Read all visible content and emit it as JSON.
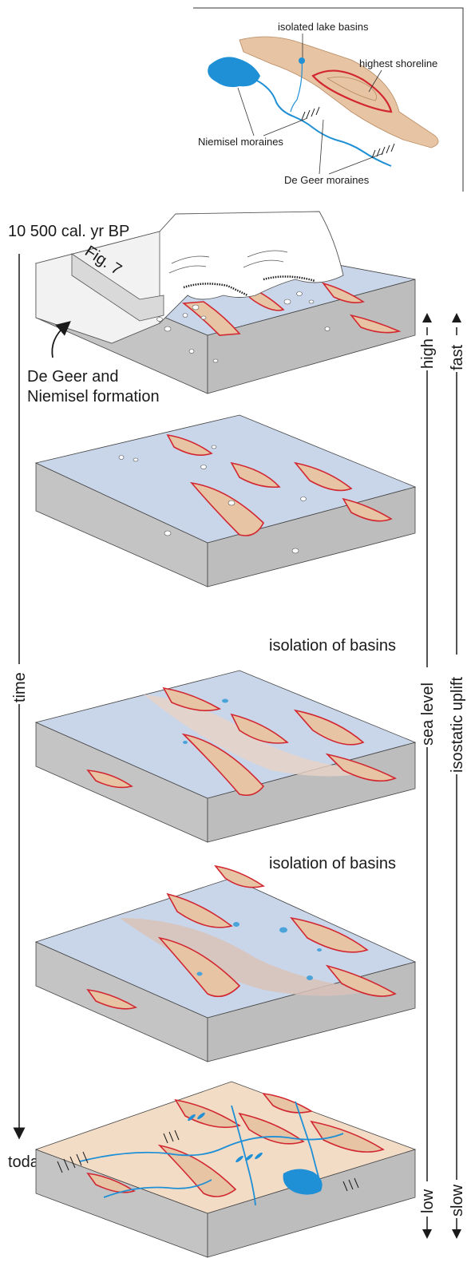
{
  "inset": {
    "labels": {
      "isolated_lake_basins": "isolated lake basins",
      "highest_shoreline": "highest shoreline",
      "niemisel_moraines": "Niemisel moraines",
      "de_geer_moraines": "De Geer moraines"
    }
  },
  "timeline": {
    "start_label": "10 500 cal. yr BP",
    "end_label": "today",
    "time_axis_label": "time",
    "fig_ref": "Fig. 7",
    "formation_label_line1": "De Geer and",
    "formation_label_line2": "Niemisel formation"
  },
  "stages": [
    {
      "caption": ""
    },
    {
      "caption": ""
    },
    {
      "caption": "isolation of basins"
    },
    {
      "caption": "isolation of basins"
    },
    {
      "caption": ""
    }
  ],
  "sea_level_axis": {
    "label": "sea level",
    "top": "high",
    "bottom": "low"
  },
  "uplift_axis": {
    "label": "isostatic uplift",
    "top": "fast",
    "bottom": "slow"
  },
  "colors": {
    "water": "#c9d6ea",
    "land": "#e7c4a3",
    "shoreline": "#d22630",
    "lake": "#1f8fd6",
    "block_side": "#c4c4c4",
    "ice": "#ffffff"
  }
}
